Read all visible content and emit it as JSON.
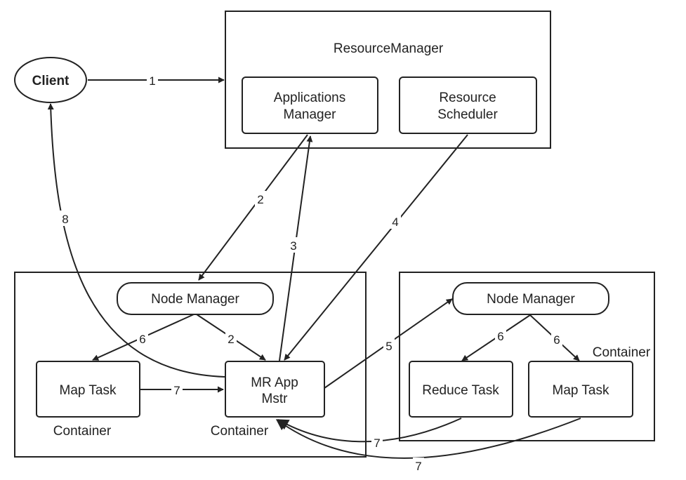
{
  "nodes": {
    "client": "Client",
    "resource_manager": "ResourceManager",
    "applications_manager": [
      "Applications",
      "Manager"
    ],
    "resource_scheduler": [
      "Resource",
      "Scheduler"
    ],
    "node_manager_left": "Node Manager",
    "node_manager_right": "Node Manager",
    "map_task_left": "Map Task",
    "mr_app_mstr": [
      "MR App",
      "Mstr"
    ],
    "reduce_task": "Reduce Task",
    "map_task_right": "Map Task"
  },
  "container_labels": {
    "left_map": "Container",
    "left_mr": "Container",
    "right": "Container"
  },
  "edges": [
    {
      "id": "e1",
      "from": "client",
      "to": "resource_manager",
      "label": "1"
    },
    {
      "id": "e2a",
      "from": "applications_manager",
      "to": "node_manager_left",
      "label": "2"
    },
    {
      "id": "e2b",
      "from": "node_manager_left",
      "to": "mr_app_mstr",
      "label": "2"
    },
    {
      "id": "e3",
      "from": "mr_app_mstr",
      "to": "applications_manager",
      "label": "3"
    },
    {
      "id": "e4",
      "from": "resource_scheduler",
      "to": "mr_app_mstr",
      "label": "4"
    },
    {
      "id": "e5",
      "from": "mr_app_mstr",
      "to": "node_manager_right",
      "label": "5"
    },
    {
      "id": "e6a",
      "from": "node_manager_left",
      "to": "map_task_left",
      "label": "6"
    },
    {
      "id": "e6b",
      "from": "node_manager_right",
      "to": "reduce_task",
      "label": "6"
    },
    {
      "id": "e6c",
      "from": "node_manager_right",
      "to": "map_task_right",
      "label": "6"
    },
    {
      "id": "e7a",
      "from": "map_task_left",
      "to": "mr_app_mstr",
      "label": "7"
    },
    {
      "id": "e7b",
      "from": "reduce_task",
      "to": "mr_app_mstr",
      "label": "7"
    },
    {
      "id": "e7c",
      "from": "map_task_right",
      "to": "mr_app_mstr",
      "label": "7"
    },
    {
      "id": "e8",
      "from": "mr_app_mstr",
      "to": "client",
      "label": "8"
    }
  ]
}
